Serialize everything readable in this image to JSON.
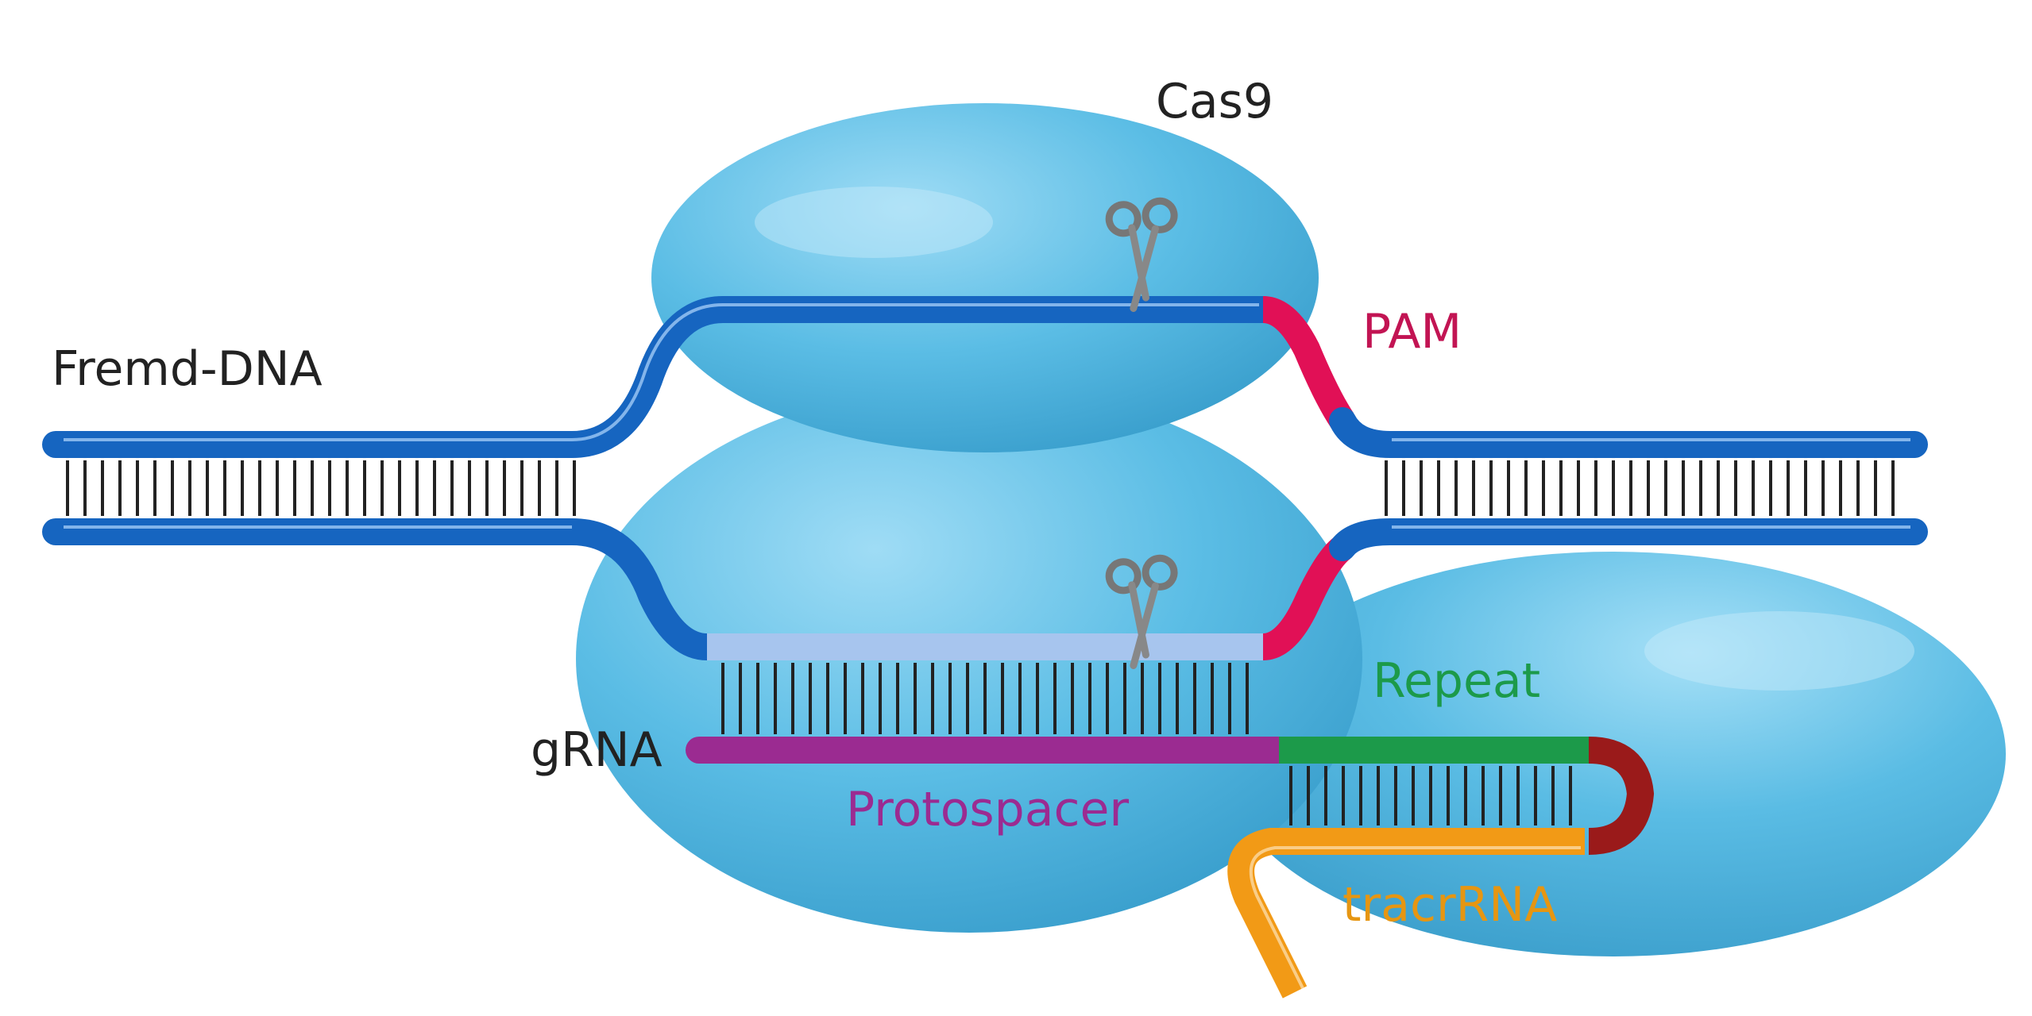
{
  "labels": {
    "cas9": "Cas9",
    "fremd_dna": "Fremd-DNA",
    "pam": "PAM",
    "grna": "gRNA",
    "repeat": "Repeat",
    "protospacer": "Protospacer",
    "tracrrna": "tracrRNA"
  },
  "colors": {
    "protein": "#53b8e2",
    "protein_light": "#8ad6f3",
    "dna_strand": "#1665c0",
    "dna_highlight": "#9fc9f5",
    "target_strand": "#a7c5ee",
    "pam": "#e11056",
    "protospacer": "#9b2b91",
    "repeat": "#1c9a4a",
    "loop": "#9a1a1a",
    "tracrrna": "#f29a16",
    "text_dark": "#222222",
    "text_pam": "#c21453",
    "text_repeat": "#1c9a4a",
    "text_protospacer": "#9b2b91",
    "text_tracr": "#e69612"
  },
  "icons": {
    "scissors_top": "scissors-icon",
    "scissors_bottom": "scissors-icon"
  }
}
